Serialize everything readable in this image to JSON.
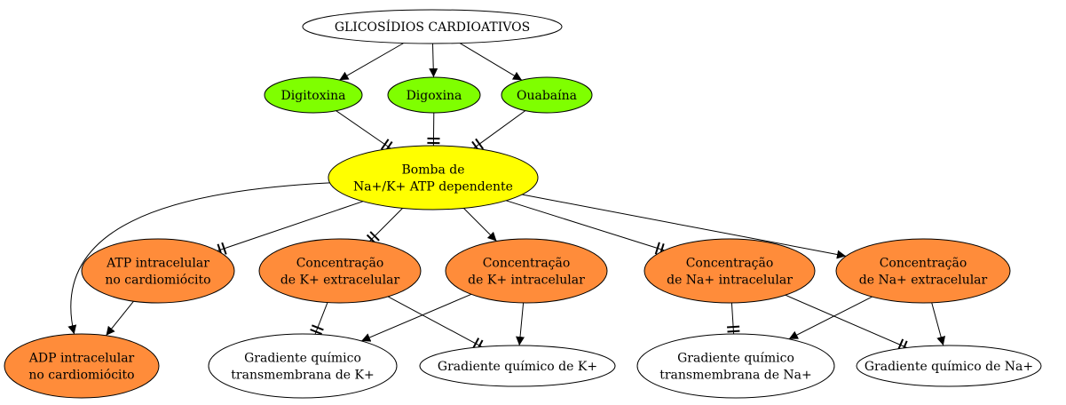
{
  "colors": {
    "root": "#ffffff",
    "drug": "#7fff00",
    "pump": "#ffff00",
    "effect": "#ff8c3a",
    "gradient": "#ffffff",
    "stroke": "#000000"
  },
  "nodes": {
    "root": {
      "lines": [
        "GLICOSÍDIOS CARDIOATIVOS"
      ]
    },
    "digitoxina": {
      "lines": [
        "Digitoxina"
      ]
    },
    "digoxina": {
      "lines": [
        "Digoxina"
      ]
    },
    "ouabaina": {
      "lines": [
        "Ouabaína"
      ]
    },
    "pump": {
      "lines": [
        "Bomba de",
        "Na+/K+ ATP dependente"
      ]
    },
    "atp": {
      "lines": [
        "ATP intracelular",
        "no cardiomiócito"
      ]
    },
    "k_extra": {
      "lines": [
        "Concentração",
        "de K+ extracelular"
      ]
    },
    "k_intra": {
      "lines": [
        "Concentração",
        "de K+ intracelular"
      ]
    },
    "na_intra": {
      "lines": [
        "Concentração",
        "de Na+ intracelular"
      ]
    },
    "na_extra": {
      "lines": [
        "Concentração",
        "de Na+ extracelular"
      ]
    },
    "adp": {
      "lines": [
        "ADP intracelular",
        "no cardiomiócito"
      ]
    },
    "grad_k_trans": {
      "lines": [
        "Gradiente químico",
        "transmembrana de K+"
      ]
    },
    "grad_k": {
      "lines": [
        "Gradiente químico de K+"
      ]
    },
    "grad_na_trans": {
      "lines": [
        "Gradiente químico",
        "transmembrana de Na+"
      ]
    },
    "grad_na": {
      "lines": [
        "Gradiente químico de Na+"
      ]
    }
  },
  "edges": [
    {
      "from": "root",
      "to": "digitoxina",
      "type": "increase"
    },
    {
      "from": "root",
      "to": "digoxina",
      "type": "increase"
    },
    {
      "from": "root",
      "to": "ouabaina",
      "type": "increase"
    },
    {
      "from": "digitoxina",
      "to": "pump",
      "type": "inhibit"
    },
    {
      "from": "digoxina",
      "to": "pump",
      "type": "inhibit"
    },
    {
      "from": "ouabaina",
      "to": "pump",
      "type": "inhibit"
    },
    {
      "from": "pump",
      "to": "adp",
      "type": "increase"
    },
    {
      "from": "pump",
      "to": "atp",
      "type": "inhibit"
    },
    {
      "from": "pump",
      "to": "k_extra",
      "type": "inhibit"
    },
    {
      "from": "pump",
      "to": "k_intra",
      "type": "increase"
    },
    {
      "from": "pump",
      "to": "na_intra",
      "type": "inhibit"
    },
    {
      "from": "pump",
      "to": "na_extra",
      "type": "increase"
    },
    {
      "from": "atp",
      "to": "adp",
      "type": "increase"
    },
    {
      "from": "k_extra",
      "to": "grad_k_trans",
      "type": "inhibit"
    },
    {
      "from": "k_extra",
      "to": "grad_k",
      "type": "inhibit"
    },
    {
      "from": "k_intra",
      "to": "grad_k_trans",
      "type": "increase"
    },
    {
      "from": "k_intra",
      "to": "grad_k",
      "type": "increase"
    },
    {
      "from": "na_intra",
      "to": "grad_na_trans",
      "type": "inhibit"
    },
    {
      "from": "na_intra",
      "to": "grad_na",
      "type": "inhibit"
    },
    {
      "from": "na_extra",
      "to": "grad_na_trans",
      "type": "increase"
    },
    {
      "from": "na_extra",
      "to": "grad_na",
      "type": "increase"
    }
  ]
}
